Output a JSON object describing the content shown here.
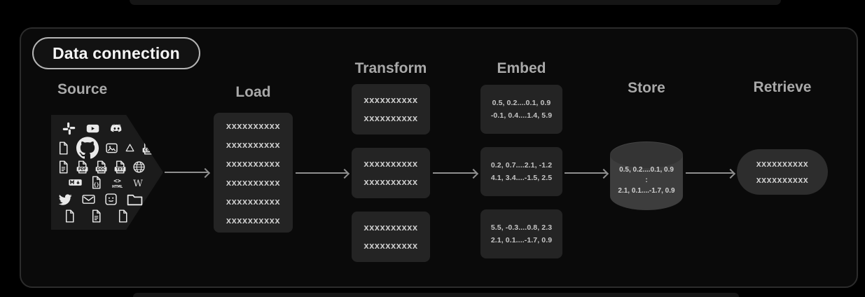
{
  "badge": {
    "label": "Data connection"
  },
  "pipeline": {
    "source": {
      "title": "Source",
      "icon_rows": [
        [
          "slack",
          "youtube",
          "discord"
        ],
        [
          "file",
          "github",
          "image",
          "google-drive",
          "csv-file"
        ],
        [
          "file-lines",
          "pdf-file",
          "doc-file",
          "txt-file",
          "globe"
        ],
        [
          "markdown",
          "json-file",
          "html",
          "wikipedia"
        ],
        [
          "twitter",
          "email",
          "smiley-app",
          "folder"
        ],
        [
          "file",
          "file-lines",
          "file"
        ]
      ]
    },
    "load": {
      "title": "Load",
      "lines": [
        "xxxxxxxxxx",
        "xxxxxxxxxx",
        "xxxxxxxxxx",
        "xxxxxxxxxx",
        "xxxxxxxxxx",
        "xxxxxxxxxx"
      ]
    },
    "transform": {
      "title": "Transform",
      "boxes": [
        [
          "xxxxxxxxxx",
          "xxxxxxxxxx"
        ],
        [
          "xxxxxxxxxx",
          "xxxxxxxxxx"
        ],
        [
          "xxxxxxxxxx",
          "xxxxxxxxxx"
        ]
      ]
    },
    "embed": {
      "title": "Embed",
      "boxes": [
        [
          "0.5, 0.2....0.1, 0.9",
          "-0.1, 0.4....1.4, 5.9"
        ],
        [
          "0.2, 0.7....2.1, -1.2",
          "4.1, 3.4....-1.5, 2.5"
        ],
        [
          "5.5, -0.3....0.8, 2.3",
          "2.1, 0.1....-1.7, 0.9"
        ]
      ]
    },
    "store": {
      "title": "Store",
      "lines": [
        "0.5, 0.2....0.1, 0.9",
        ":",
        "2.1, 0.1....-1.7, 0.9"
      ]
    },
    "retrieve": {
      "title": "Retrieve",
      "lines": [
        "xxxxxxxxxx",
        "xxxxxxxxxx"
      ]
    }
  },
  "colors": {
    "background": "#000000",
    "panel": "#0a0a0a",
    "panel_border": "#2c2c2c",
    "box": "#242424",
    "retrieve_box": "#2d2d2d",
    "cylinder": "#3d3d3d",
    "cylinder_top": "#343434",
    "arrow": "#8f8f8f",
    "title": "#a9a9a9",
    "badge_border": "#b5b5b5",
    "badge_text": "#f5f5f5",
    "box_text": "#cccccc",
    "icon": "#e9e9e9"
  }
}
